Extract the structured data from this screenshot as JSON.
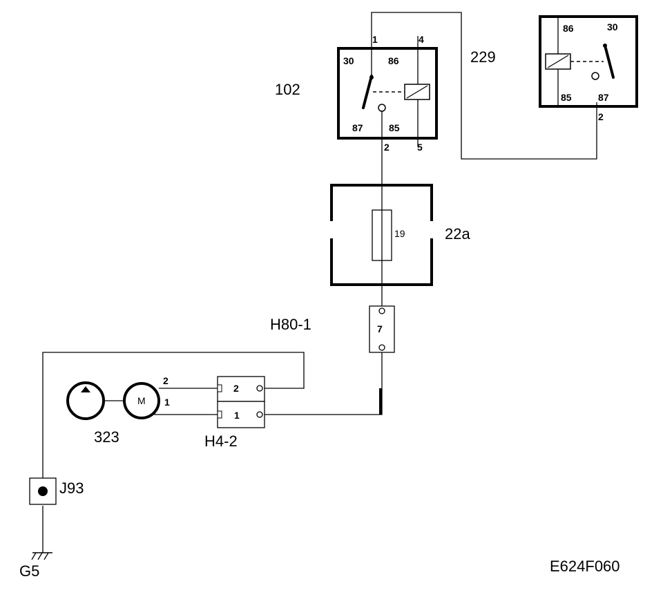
{
  "relay_102": {
    "label": "102",
    "pins": {
      "p30": "30",
      "p86": "86",
      "p87": "87",
      "p85": "85"
    },
    "wire_top_left": "1",
    "wire_top_right": "4",
    "wire_bottom_left": "2",
    "wire_bottom_right": "5"
  },
  "relay_229": {
    "label": "229",
    "pins": {
      "p86": "86",
      "p30": "30",
      "p85": "85",
      "p87": "87"
    },
    "wire_bottom": "2"
  },
  "fuse_box": {
    "label": "22a",
    "fuse_number": "19"
  },
  "connector_h80": {
    "label": "H80-1",
    "pin": "7"
  },
  "connector_h4": {
    "label": "H4-2",
    "pin_upper": "2",
    "pin_lower": "1"
  },
  "pump": {
    "label": "323",
    "motor_symbol": "M",
    "wire_upper": "2",
    "wire_lower": "1"
  },
  "junction": {
    "label": "J93"
  },
  "ground": {
    "label": "G5"
  },
  "diagram_code": "E624F060"
}
